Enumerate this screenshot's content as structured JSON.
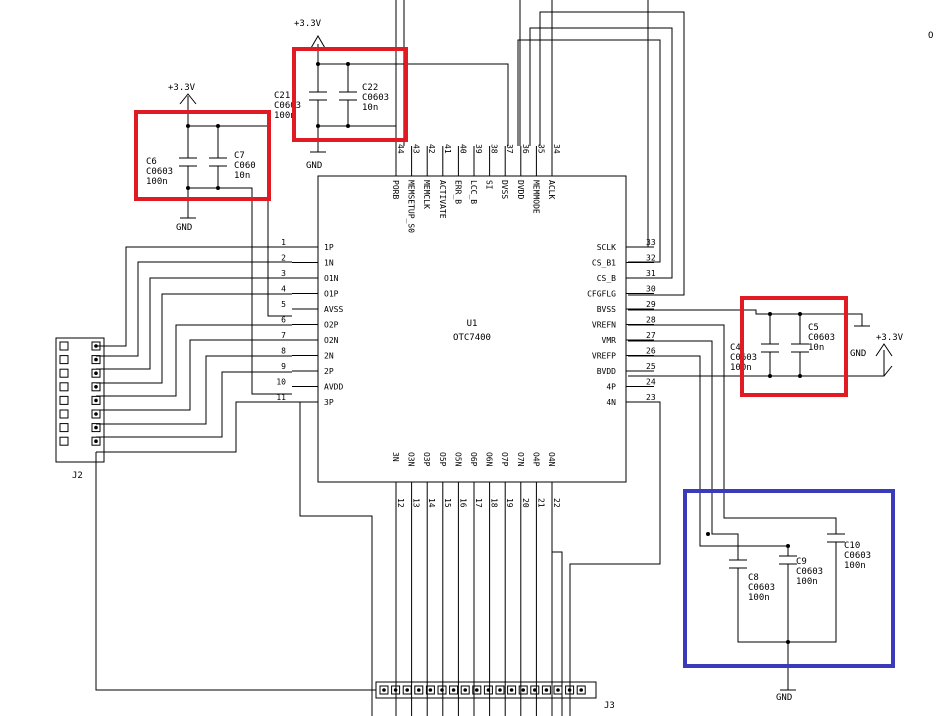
{
  "power": {
    "v33": "+3.3V",
    "gnd": "GND"
  },
  "chip": {
    "ref": "U1",
    "part": "OTC7400",
    "left_pins": [
      {
        "num": "1",
        "name": "1P"
      },
      {
        "num": "2",
        "name": "1N"
      },
      {
        "num": "3",
        "name": "O1N"
      },
      {
        "num": "4",
        "name": "O1P"
      },
      {
        "num": "5",
        "name": "AVSS"
      },
      {
        "num": "6",
        "name": "O2P"
      },
      {
        "num": "7",
        "name": "O2N"
      },
      {
        "num": "8",
        "name": "2N"
      },
      {
        "num": "9",
        "name": "2P"
      },
      {
        "num": "10",
        "name": "AVDD"
      },
      {
        "num": "11",
        "name": "3P"
      }
    ],
    "right_pins": [
      {
        "num": "33",
        "name": "SCLK"
      },
      {
        "num": "32",
        "name": "CS_B1"
      },
      {
        "num": "31",
        "name": "CS_B"
      },
      {
        "num": "30",
        "name": "CFGFLG"
      },
      {
        "num": "29",
        "name": "BVSS"
      },
      {
        "num": "28",
        "name": "VREFN"
      },
      {
        "num": "27",
        "name": "VMR"
      },
      {
        "num": "26",
        "name": "VREFP"
      },
      {
        "num": "25",
        "name": "BVDD"
      },
      {
        "num": "24",
        "name": "4P"
      },
      {
        "num": "23",
        "name": "4N"
      }
    ],
    "top_pins": [
      {
        "num": "44",
        "name": "PORB"
      },
      {
        "num": "43",
        "name": "MEMSETUP_S0"
      },
      {
        "num": "42",
        "name": "MEMCLK"
      },
      {
        "num": "41",
        "name": "ACTIVATE"
      },
      {
        "num": "40",
        "name": "ERR_B"
      },
      {
        "num": "39",
        "name": "LCC_B"
      },
      {
        "num": "38",
        "name": "SI"
      },
      {
        "num": "37",
        "name": "DVSS"
      },
      {
        "num": "36",
        "name": "DVDD"
      },
      {
        "num": "35",
        "name": "MEMMODE"
      },
      {
        "num": "34",
        "name": "ACLK"
      }
    ],
    "bottom_pins": [
      {
        "num": "12",
        "name": "3N"
      },
      {
        "num": "13",
        "name": "O3N"
      },
      {
        "num": "14",
        "name": "O3P"
      },
      {
        "num": "15",
        "name": "O5P"
      },
      {
        "num": "16",
        "name": "O5N"
      },
      {
        "num": "17",
        "name": "O6P"
      },
      {
        "num": "18",
        "name": "O6N"
      },
      {
        "num": "19",
        "name": "O7P"
      },
      {
        "num": "20",
        "name": "O7N"
      },
      {
        "num": "21",
        "name": "O4P"
      },
      {
        "num": "22",
        "name": "O4N"
      }
    ]
  },
  "caps": {
    "c21": {
      "ref": "C21",
      "pkg": "C0603",
      "val": "100n"
    },
    "c22": {
      "ref": "C22",
      "pkg": "C0603",
      "val": "10n"
    },
    "c6": {
      "ref": "C6",
      "pkg": "C0603",
      "val": "100n"
    },
    "c7": {
      "ref": "C7",
      "pkg": "C060",
      "val": "10n"
    },
    "c4": {
      "ref": "C4",
      "pkg": "C0603",
      "val": "100n"
    },
    "c5": {
      "ref": "C5",
      "pkg": "C0603",
      "val": "10n"
    },
    "c8": {
      "ref": "C8",
      "pkg": "C0603",
      "val": "100n"
    },
    "c9": {
      "ref": "C9",
      "pkg": "C0603",
      "val": "100n"
    },
    "c10": {
      "ref": "C10",
      "pkg": "C0603",
      "val": "100n"
    }
  },
  "connectors": {
    "j2": "J2",
    "j3": "J3"
  },
  "corner_mark": "O"
}
